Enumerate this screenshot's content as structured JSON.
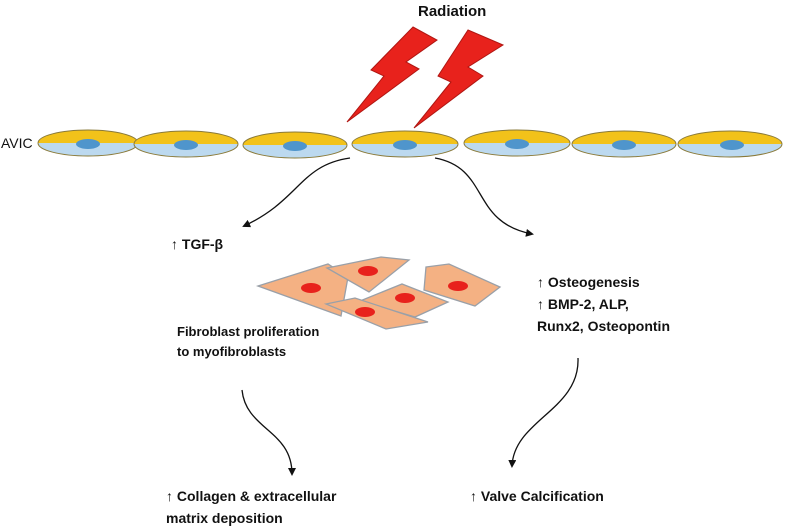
{
  "title": "Radiation",
  "cell_label": "AVIC",
  "left_branch": {
    "marker": "↑ TGF-β",
    "caption_line1": "Fibroblast proliferation",
    "caption_line2": "to myofibroblasts",
    "outcome_line1": "↑ Collagen & extracellular",
    "outcome_line2": "matrix deposition"
  },
  "right_branch": {
    "line1": "↑ Osteogenesis",
    "line2": "↑ BMP-2, ALP,",
    "line3": "Runx2, Osteopontin",
    "outcome": "↑ Valve Calcification"
  },
  "colors": {
    "bolt": "#e8221c",
    "cell_top": "#f2c21a",
    "cell_bottom": "#bcd9ef",
    "nucleus": "#4f95cc",
    "fibroblast": "#f4b183",
    "fibro_nucleus": "#e8221c",
    "arrow": "#111111"
  }
}
